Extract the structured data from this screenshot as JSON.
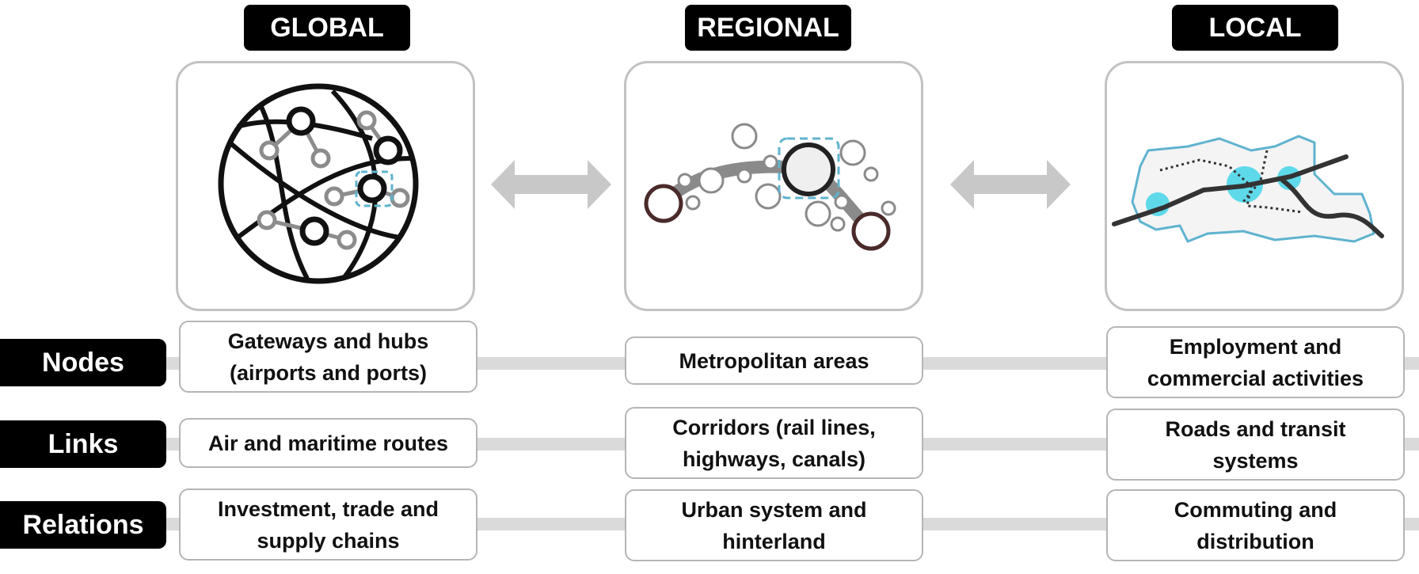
{
  "scales": {
    "global": "GLOBAL",
    "regional": "REGIONAL",
    "local": "LOCAL"
  },
  "rows": {
    "nodes": "Nodes",
    "links": "Links",
    "relations": "Relations"
  },
  "cells": {
    "global_nodes_1": "Gateways and hubs",
    "global_nodes_2": "(airports and ports)",
    "regional_nodes": "Metropolitan areas",
    "local_nodes_1": "Employment and",
    "local_nodes_2": "commercial activities",
    "global_links": "Air and maritime routes",
    "regional_links_1": "Corridors (rail lines,",
    "regional_links_2": "highways, canals)",
    "local_links_1": "Roads and transit",
    "local_links_2": "systems",
    "global_relations_1": "Investment, trade and",
    "global_relations_2": "supply chains",
    "regional_relations_1": "Urban system and",
    "regional_relations_2": "hinterland",
    "local_relations_1": "Commuting and",
    "local_relations_2": "distribution"
  },
  "colors": {
    "accent_cyan": "#5ed9ea",
    "boundary_blue": "#5fb3cf",
    "arrow_gray": "#c8c8c8",
    "band_gray": "#dadada"
  },
  "icons": [
    "globe-network-icon",
    "regional-corridor-icon",
    "local-map-icon",
    "double-arrow-icon"
  ]
}
